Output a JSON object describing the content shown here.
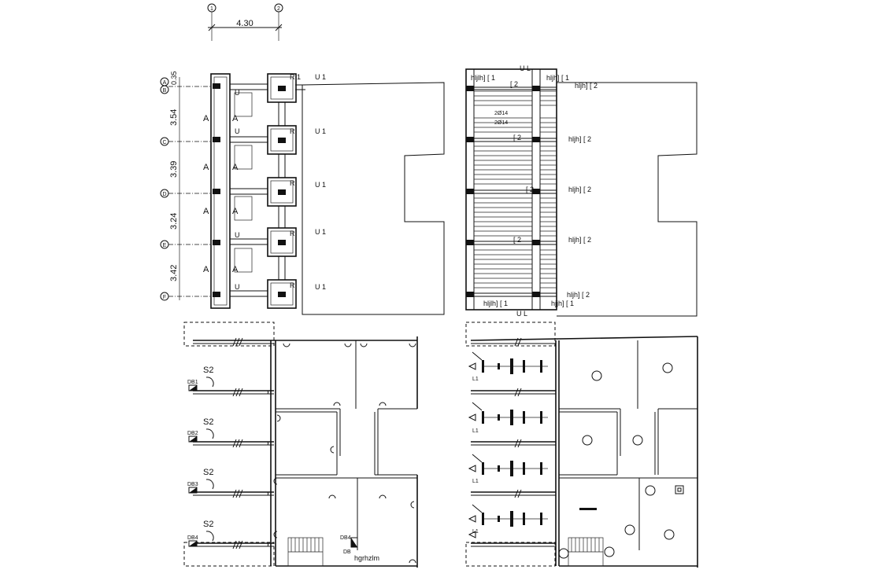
{
  "dimension_top": "4.30",
  "grid_top": [
    "1",
    "2"
  ],
  "grid_left": [
    "A",
    "B",
    "C",
    "D",
    "E",
    "F"
  ],
  "dims_left": [
    "0.35",
    "3.54",
    "3.39",
    "3.24",
    "3.42"
  ],
  "plan1": {
    "col_label": "R",
    "beam_labels": [
      "U 1",
      "U 1",
      "U 1",
      "U 1",
      "U 1"
    ],
    "row_top_label": "R 1",
    "section_mark": "A",
    "stair_mark": "U"
  },
  "plan2": {
    "top_label": "U L",
    "bottom_label": "U L",
    "rebar_labels": [
      "2Ø14",
      "2Ø14"
    ],
    "left_labels": [
      "hljlh] [ 1",
      "[ 2",
      "[ 2",
      "[ 2",
      "[ 2",
      "hljlh] [ 1"
    ],
    "right_labels": [
      "hljh] [ 1",
      "hljh] [ 2",
      "hljh] [ 2",
      "hljh] [ 2",
      "hljh] [ 2",
      "hljh] [ 2",
      "hjjh] [ 1"
    ]
  },
  "plan3": {
    "switch_labels": [
      "S2",
      "S2",
      "S2",
      "S2"
    ],
    "db_labels": [
      "DB1",
      "DB2",
      "DB3",
      "DB4"
    ],
    "db_extra": [
      "DB4",
      "DB"
    ],
    "note": "hgrhzlm"
  },
  "plan4": {
    "light_labels": [
      "L1",
      "L1",
      "L1",
      "L1"
    ]
  }
}
